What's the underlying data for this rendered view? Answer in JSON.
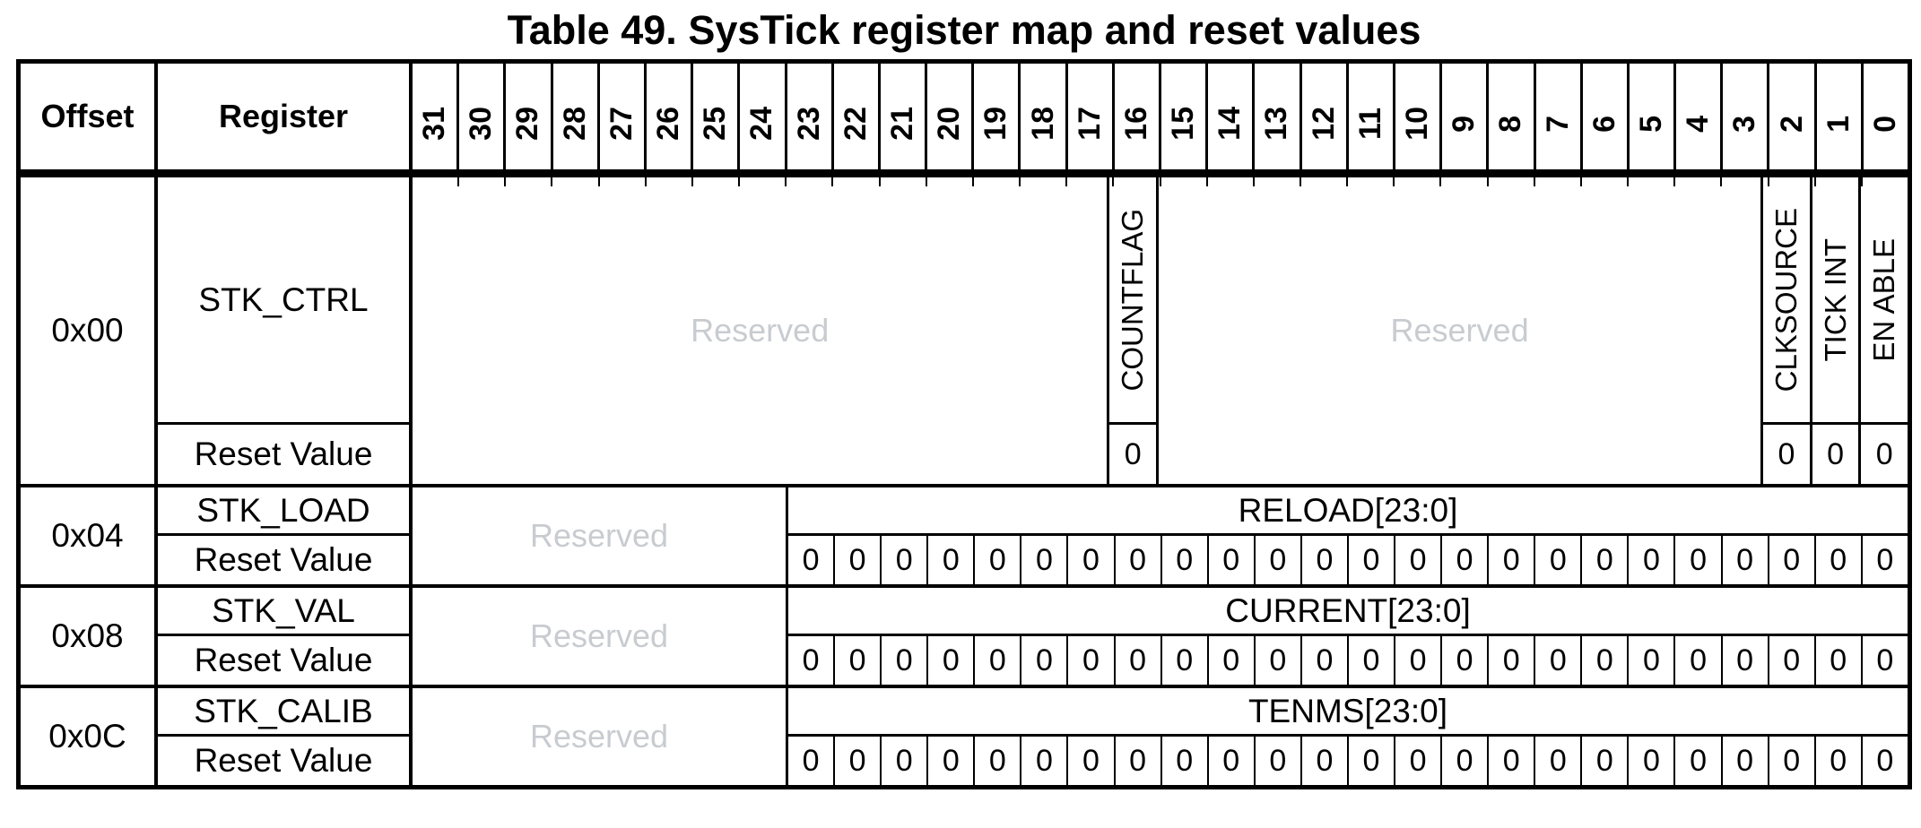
{
  "title": "Table 49. SysTick register map and reset values",
  "colors": {
    "border": "#000000",
    "reserved_text": "#c8ccd0",
    "background": "#ffffff"
  },
  "labels": {
    "reset_value": "Reset Value",
    "reserved": "Reserved"
  },
  "header": {
    "offset": "Offset",
    "register": "Register",
    "bits": [
      "31",
      "30",
      "29",
      "28",
      "27",
      "26",
      "25",
      "24",
      "23",
      "22",
      "21",
      "20",
      "19",
      "18",
      "17",
      "16",
      "15",
      "14",
      "13",
      "12",
      "11",
      "10",
      "9",
      "8",
      "7",
      "6",
      "5",
      "4",
      "3",
      "2",
      "1",
      "0"
    ]
  },
  "rows": [
    {
      "offset": "0x00",
      "register": "STK_CTRL",
      "reserved_left_span": "bits 31-17",
      "reserved_right_span": "bits 15-3",
      "fields": {
        "countflag": {
          "name": "COUNTFLAG",
          "bit": "16",
          "reset": "0"
        },
        "clksource": {
          "name": "CLKSOURCE",
          "bit": "2",
          "reset": "0"
        },
        "tickint": {
          "name": "TICK INT",
          "bit": "1",
          "reset": "0"
        },
        "enable": {
          "name": "EN ABLE",
          "bit": "0",
          "reset": "0"
        }
      }
    },
    {
      "offset": "0x04",
      "register": "STK_LOAD",
      "field": "RELOAD[23:0]",
      "reserved_span": "bits 31-24",
      "reset_zeros": [
        "0",
        "0",
        "0",
        "0",
        "0",
        "0",
        "0",
        "0",
        "0",
        "0",
        "0",
        "0",
        "0",
        "0",
        "0",
        "0",
        "0",
        "0",
        "0",
        "0",
        "0",
        "0",
        "0",
        "0"
      ]
    },
    {
      "offset": "0x08",
      "register": "STK_VAL",
      "field": "CURRENT[23:0]",
      "reserved_span": "bits 31-24",
      "reset_zeros": [
        "0",
        "0",
        "0",
        "0",
        "0",
        "0",
        "0",
        "0",
        "0",
        "0",
        "0",
        "0",
        "0",
        "0",
        "0",
        "0",
        "0",
        "0",
        "0",
        "0",
        "0",
        "0",
        "0",
        "0"
      ]
    },
    {
      "offset": "0x0C",
      "register": "STK_CALIB",
      "field": "TENMS[23:0]",
      "reserved_span": "bits 31-24",
      "reset_zeros": [
        "0",
        "0",
        "0",
        "0",
        "0",
        "0",
        "0",
        "0",
        "0",
        "0",
        "0",
        "0",
        "0",
        "0",
        "0",
        "0",
        "0",
        "0",
        "0",
        "0",
        "0",
        "0",
        "0",
        "0"
      ]
    }
  ]
}
